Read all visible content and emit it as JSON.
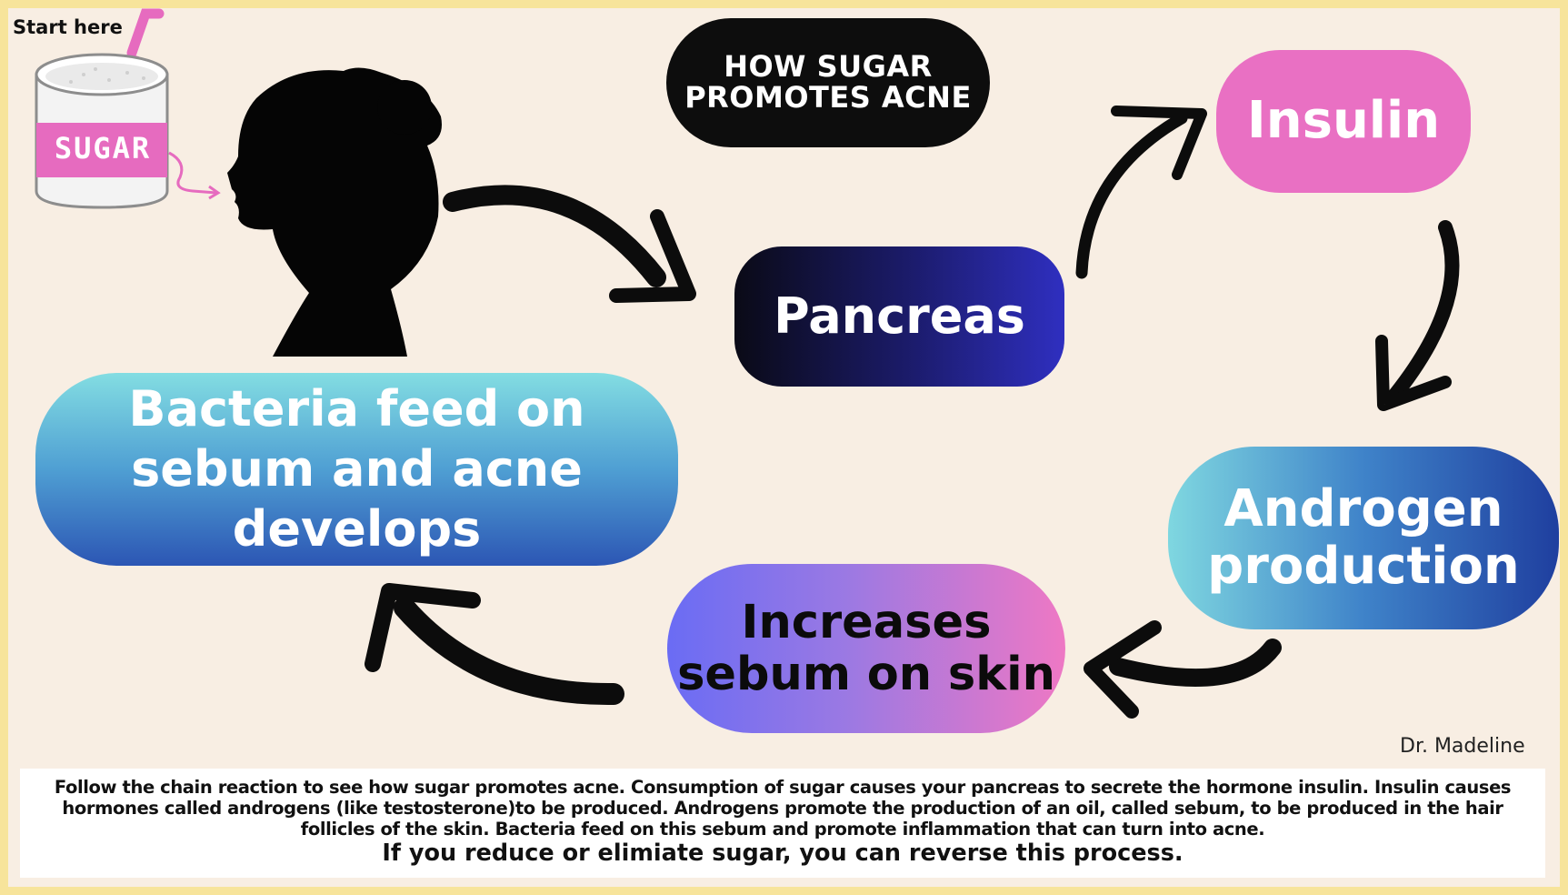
{
  "start_label": "Start here",
  "sugar_label": "SUGAR",
  "title": "HOW SUGAR PROMOTES ACNE",
  "steps": {
    "pancreas": "Pancreas",
    "insulin": "Insulin",
    "androgen": "Androgen production",
    "sebum": "Increases sebum on skin",
    "bacteria": "Bacteria feed on sebum and acne develops"
  },
  "signature": "Dr. Madeline",
  "caption": {
    "body": "Follow the chain reaction to see how sugar promotes acne. Consumption of sugar causes your pancreas to secrete the hormone insulin. Insulin causes hormones called androgens (like testosterone)to be produced. Androgens promote the production of an oil, called sebum, to be produced in the hair follicles of the skin. Bacteria feed on this sebum and promote inflammation that can turn into acne.",
    "tagline": "If you reduce or elimiate sugar, you can reverse this process."
  },
  "icons": [
    "sugar-jar-icon",
    "spoon-icon",
    "woman-silhouette-icon",
    "curved-arrow-icon"
  ],
  "colors": {
    "background": "#f8eee3",
    "border": "#f7e49b",
    "title_pill": "#0d0d0d",
    "insulin_pink": "#e970c3",
    "pancreas_navy": "#1c1c6e",
    "sugar_pink": "#e66bbf"
  }
}
